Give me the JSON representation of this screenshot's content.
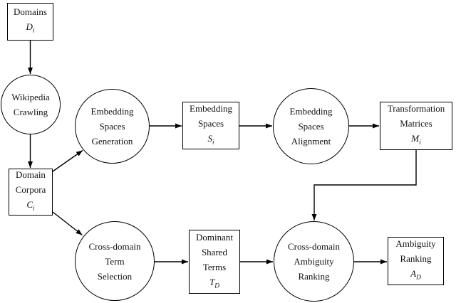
{
  "diagram": {
    "type": "flowchart",
    "colors": {
      "stroke": "#000000",
      "background": "#ffffff",
      "text": "#111111"
    },
    "nodes": {
      "domains": {
        "shape": "rect",
        "lines": [
          "Domains"
        ],
        "math": {
          "var": "D",
          "sub": "i"
        }
      },
      "wiki": {
        "shape": "circle",
        "lines": [
          "Wikipedia",
          "Crawling"
        ]
      },
      "corpora": {
        "shape": "rect",
        "lines": [
          "Domain",
          "Corpora"
        ],
        "math": {
          "var": "C",
          "sub": "i"
        }
      },
      "esg": {
        "shape": "circle",
        "lines": [
          "Embedding",
          "Spaces",
          "Generation"
        ]
      },
      "espaces": {
        "shape": "rect",
        "lines": [
          "Embedding",
          "Spaces"
        ],
        "math": {
          "var": "S",
          "sub": "i"
        }
      },
      "align": {
        "shape": "circle",
        "lines": [
          "Embedding",
          "Spaces",
          "Alignment"
        ]
      },
      "tm": {
        "shape": "rect",
        "lines": [
          "Transformation",
          "Matrices"
        ],
        "math": {
          "var": "M",
          "sub": "i"
        }
      },
      "cts": {
        "shape": "circle",
        "lines": [
          "Cross-domain",
          "Term",
          "Selection"
        ]
      },
      "dst": {
        "shape": "rect",
        "lines": [
          "Dominant",
          "Shared",
          "Terms"
        ],
        "math": {
          "var": "T",
          "sub": "D"
        }
      },
      "car": {
        "shape": "circle",
        "lines": [
          "Cross-domain",
          "Ambiguity",
          "Ranking"
        ]
      },
      "ar": {
        "shape": "rect",
        "lines": [
          "Ambiguity",
          "Ranking"
        ],
        "math": {
          "var": "A",
          "sub": "D"
        }
      }
    },
    "edges": [
      {
        "from": "domains",
        "to": "wiki"
      },
      {
        "from": "wiki",
        "to": "corpora"
      },
      {
        "from": "corpora",
        "to": "esg"
      },
      {
        "from": "corpora",
        "to": "cts"
      },
      {
        "from": "esg",
        "to": "espaces"
      },
      {
        "from": "espaces",
        "to": "align"
      },
      {
        "from": "align",
        "to": "tm"
      },
      {
        "from": "tm",
        "to": "car"
      },
      {
        "from": "cts",
        "to": "dst"
      },
      {
        "from": "dst",
        "to": "car"
      },
      {
        "from": "car",
        "to": "ar"
      }
    ]
  }
}
